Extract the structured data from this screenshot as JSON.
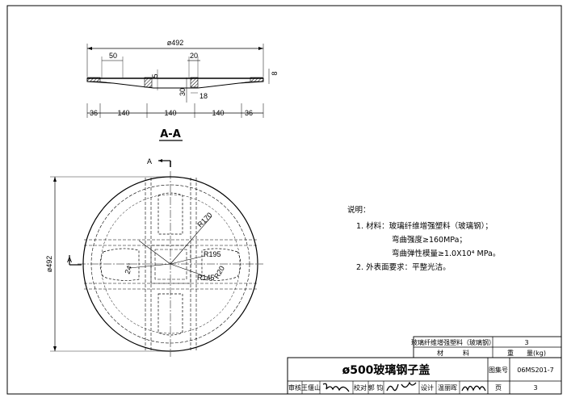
{
  "section_view": {
    "title": "A-A",
    "dims": {
      "overall_width": "ø492",
      "rib_spacing_left": "50",
      "rib_width": "20",
      "thickness": "5",
      "edge_height": "8",
      "rib_depth": "30",
      "rib_bottom": "18",
      "seg_36_left": "36",
      "seg_140_a": "140",
      "seg_140_b": "140",
      "seg_140_c": "140",
      "seg_36_right": "36"
    }
  },
  "plan_view": {
    "section_mark_top": "A",
    "section_mark_left": "A",
    "diameter": "ø492",
    "r170": "R170",
    "r195": "R195",
    "r145": "R145",
    "r20": "R20",
    "angle": "24°"
  },
  "notes": {
    "heading": "说明：",
    "item1": "1. 材料：玻璃纤维增强塑料（玻璃钢）；",
    "item1_a": "弯曲强度≥160MPa；",
    "item1_b": "弯曲弹性模量≥1.0X10⁴ MPa。",
    "item2": "2. 外表面要求：平整光洁。"
  },
  "material_table": {
    "material": "玻璃纤维增强塑料（玻璃钢）",
    "weight": "3",
    "header_material": "材　　　料",
    "header_weight": "重　　量(kg)"
  },
  "title_block": {
    "title": "ø500玻璃钢子盖",
    "atlas_label": "图集号",
    "atlas_no": "06MS201-7",
    "page_label": "页",
    "page_no": "3",
    "review_label": "审核",
    "reviewer": "王偃山",
    "check_label": "校对",
    "checker": "郭 钧",
    "design_label": "设计",
    "designer": "温丽晖"
  }
}
